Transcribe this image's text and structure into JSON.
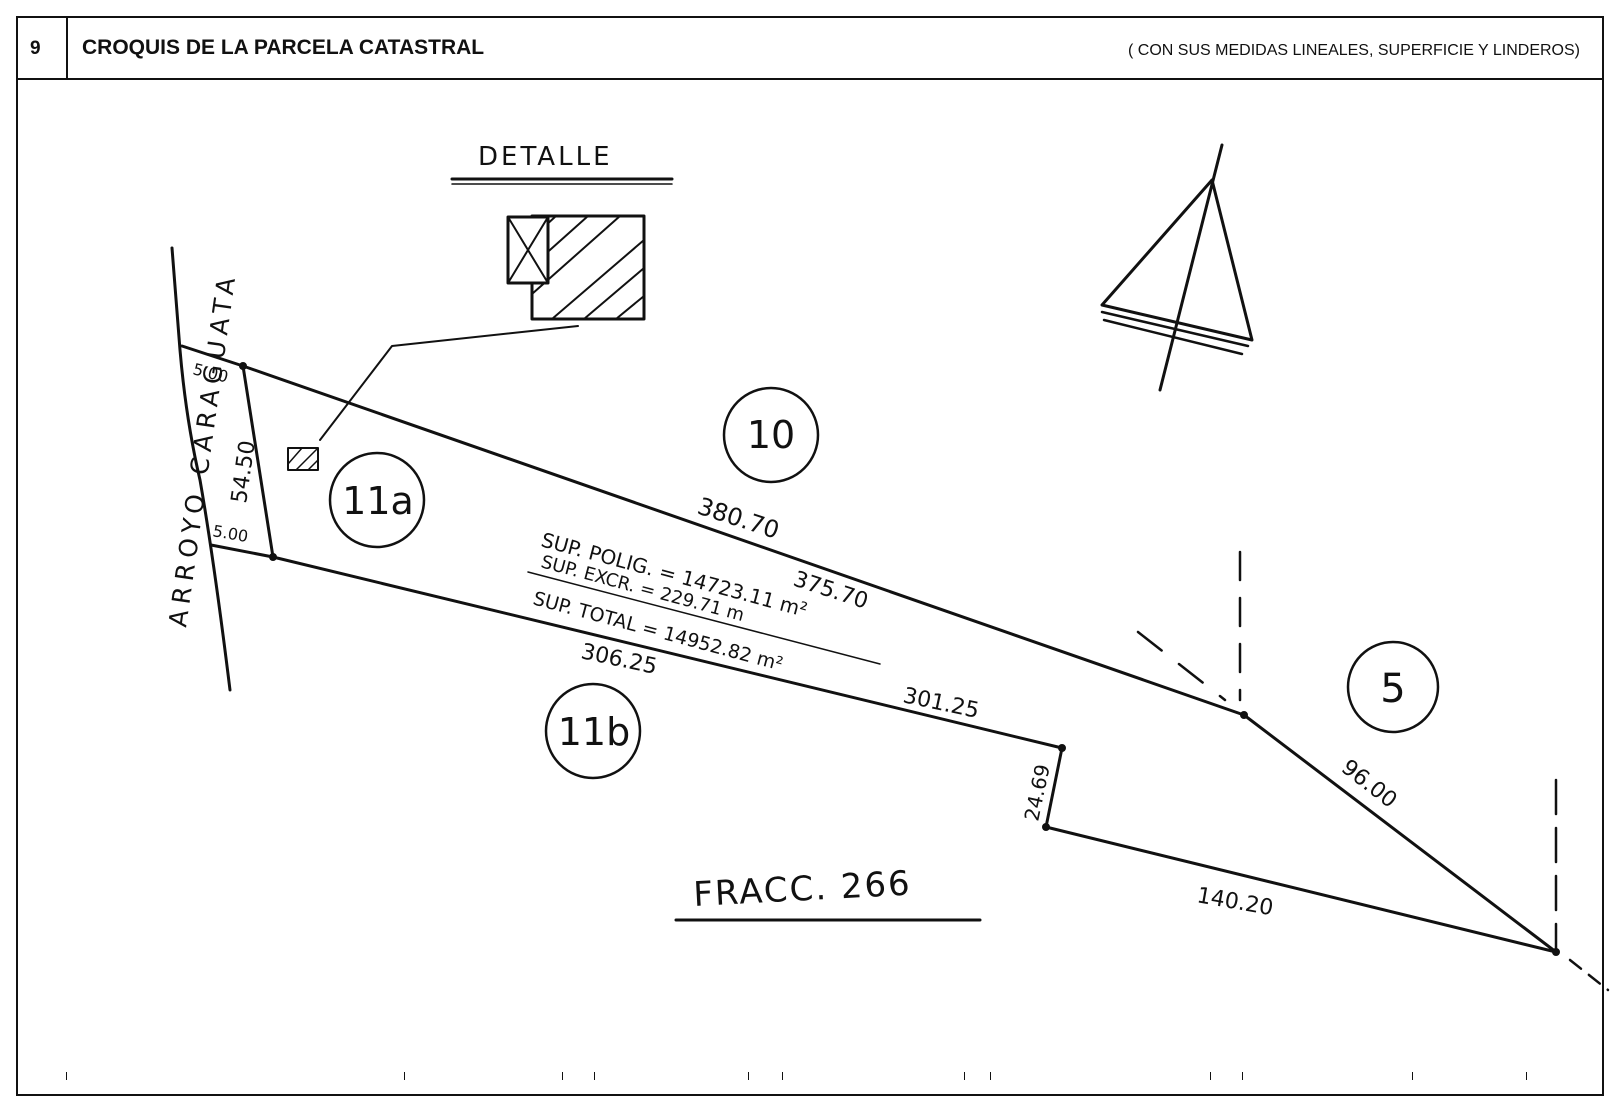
{
  "header": {
    "section_number": "9",
    "title": "CROQUIS DE LA PARCELA CATASTRAL",
    "subtitle": "( CON SUS MEDIDAS LINEALES, SUPERFICIE Y LINDEROS)"
  },
  "sketch": {
    "detail_label": "DETALLE",
    "stream_label": "ARROYO CARAGUATA",
    "parcels": {
      "p10": "10",
      "p11a": "11a",
      "p11b": "11b",
      "p5": "5"
    },
    "fraction_label": "FRACC. 266",
    "measures": {
      "m_380_70": "380.70",
      "m_375_70": "375.70",
      "m_306_25": "306.25",
      "m_301_25": "301.25",
      "m_96_00": "96.00",
      "m_140_20": "140.20",
      "m_24_69": "24.69",
      "m_54_50": "54.50",
      "m_5_00_top": "5.00",
      "m_5_00_bottom": "5.00"
    },
    "surface": {
      "poligono": "SUP. POLIG. = 14723.11 m²",
      "excedente": "SUP. EXCR. = 229.71 m",
      "total": "SUP. TOTAL = 14952.82 m²"
    }
  },
  "footer": {
    "cells": [
      "",
      "",
      "",
      "",
      "",
      "",
      "",
      "",
      "",
      "",
      "",
      ""
    ]
  }
}
